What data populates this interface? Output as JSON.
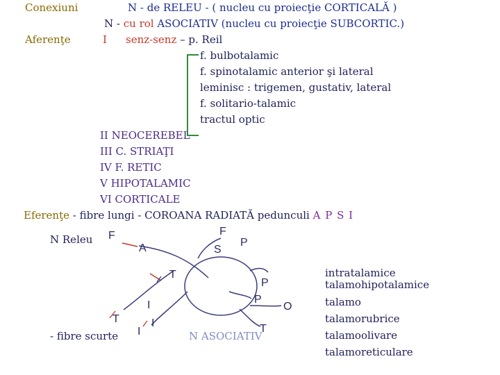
{
  "top": {
    "conexiuni": "Conexiuni",
    "n_releu": "N - de RELEU - ( nucleu cu proiecţie CORTICALĂ )",
    "n_asociativ_prefix": "N - ",
    "n_asociativ_mid": "cu rol",
    "n_asociativ_rest": " ASOCIATIV (nucleu cu proiecţie SUBCORTIC.)",
    "aferente": "Aferenţe",
    "roman_1": "I",
    "senz": "senz-senz",
    "senz_rest": " – p. Reil",
    "fibers": [
      "f. bulbotalamic",
      "f. spinotalamic anterior şi lateral",
      "leminisc : trigemen, gustativ, lateral",
      "f. solitario-talamic",
      "tractul optic"
    ],
    "levels": [
      "II NEOCEREBEL",
      "III C. STRIAŢI",
      "IV F. RETIC",
      "V HIPOTALAMIC",
      "VI CORTICALE"
    ],
    "eferente_label": "Eferenţe",
    "eferente_text": " - fibre lungi -  COROANA RADIATĂ  pedunculi ",
    "apsi": "A P S I"
  },
  "diagram": {
    "n_releu": "N Releu",
    "fibre_scurte": "- fibre scurte",
    "n_asociativ": "N ASOCIATIV",
    "letters": {
      "f1": "F",
      "a": "A",
      "f2": "F",
      "s": "S",
      "p1": "P",
      "t1": "T",
      "i1": "I",
      "t2": "T",
      "i2": "I",
      "i3": "I",
      "p2": "P",
      "p3": "P",
      "o": "O",
      "t3": "T"
    }
  },
  "right_list": [
    "intratalamice",
    "talamohipotalamice",
    "talamo",
    "talamorubrice",
    "talamoolivare",
    "talamoreticulare"
  ]
}
